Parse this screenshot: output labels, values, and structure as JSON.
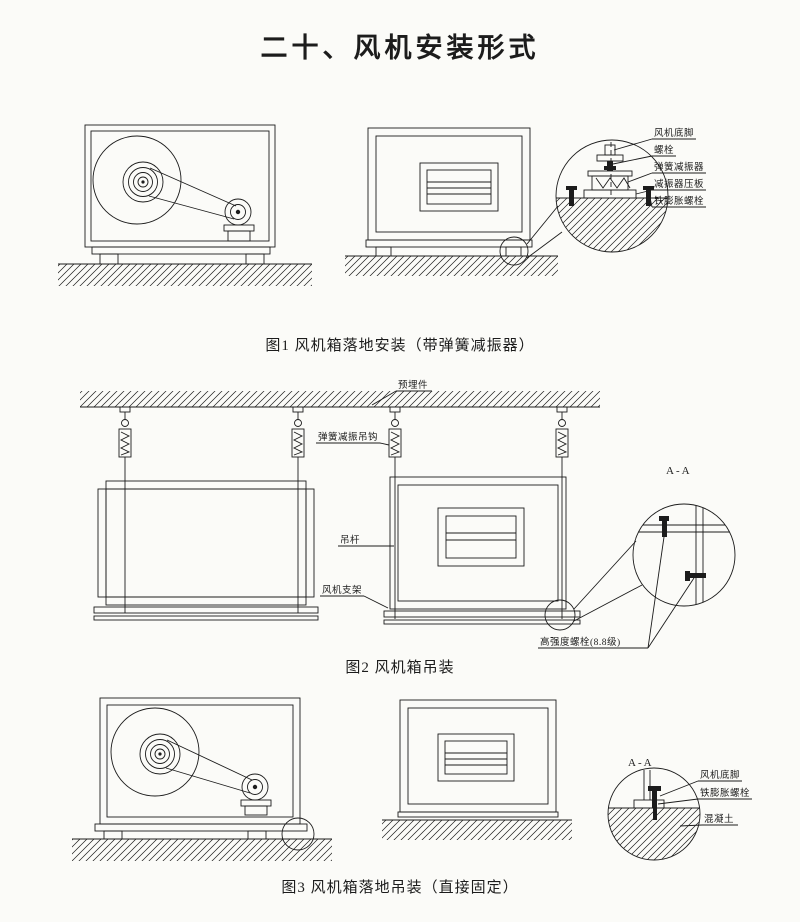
{
  "page": {
    "title": "二十、风机安装形式"
  },
  "theme": {
    "ink": "#1c1c1c",
    "paper": "#fbfbf8"
  },
  "figure1": {
    "caption": "图1 风机箱落地安装（带弹簧减振器）",
    "labels": {
      "fan_foot": "风机底脚",
      "bolt": "螺栓",
      "spring_damper": "弹簧减振器",
      "damper_plate": "减振器压板",
      "iron_expansion_bolt": "铁膨胀螺栓"
    }
  },
  "figure2": {
    "caption": "图2 风机箱吊装",
    "labels": {
      "embedded_part": "预埋件",
      "spring_damper_hook": "弹簧减振吊钩",
      "hanger_rod": "吊杆",
      "fan_bracket": "风机支架",
      "section_mark": "A-A",
      "high_strength_bolt": "高强度螺栓(8.8级)"
    }
  },
  "figure3": {
    "caption": "图3 风机箱落地吊装（直接固定）",
    "labels": {
      "section_mark": "A-A",
      "fan_foot": "风机底脚",
      "iron_expansion_bolt": "铁膨胀螺栓",
      "concrete": "混凝土"
    }
  }
}
